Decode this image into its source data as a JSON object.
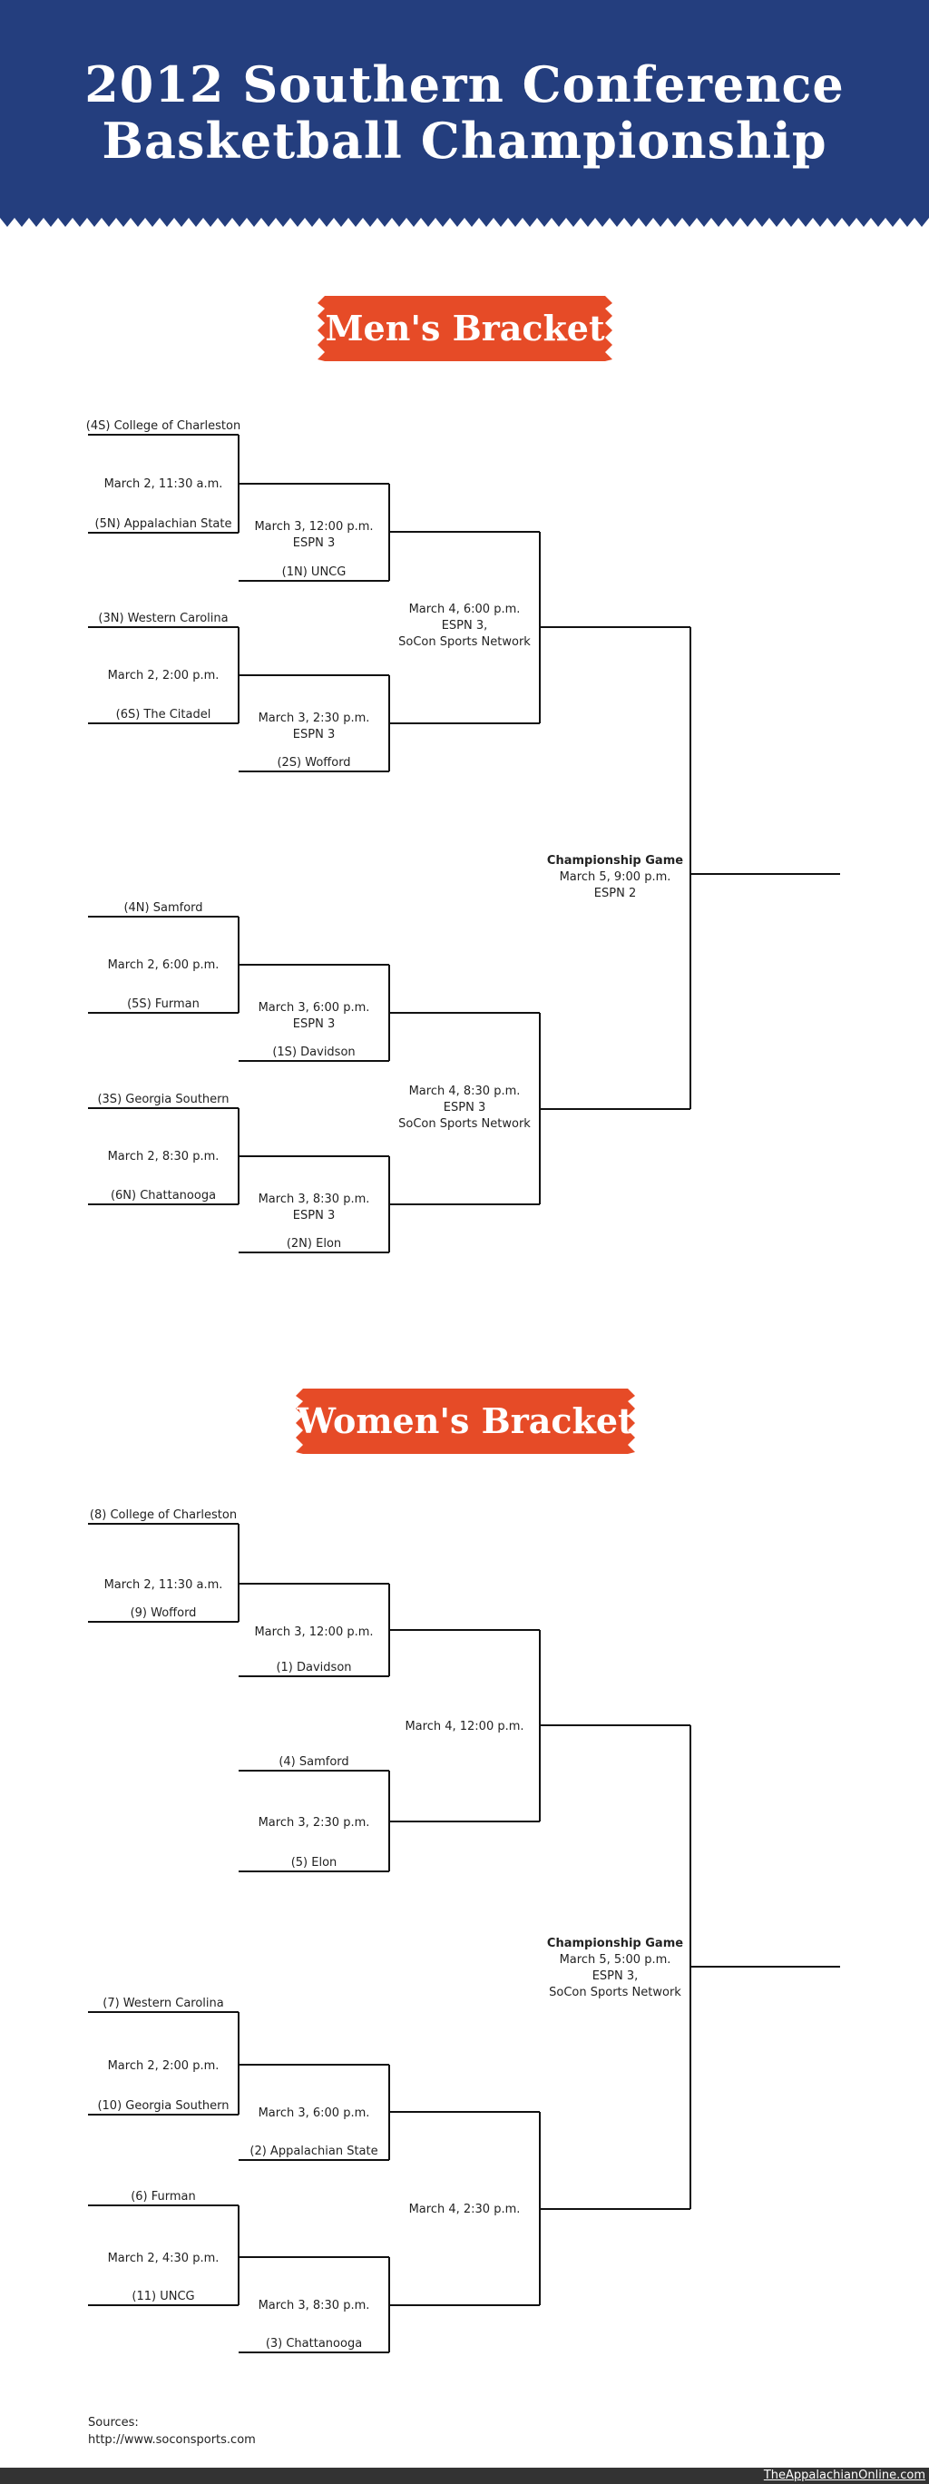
{
  "header": {
    "title_line1": "2012 Southern Conference",
    "title_line2": "Basketball Championship"
  },
  "mens": {
    "banner": "Men's Bracket",
    "r1": [
      {
        "top": "(4S) College of Charleston",
        "game": "March 2, 11:30 a.m.",
        "bottom": "(5N) Appalachian State"
      },
      {
        "top": "(3N) Western Carolina",
        "game": "March 2, 2:00 p.m.",
        "bottom": "(6S) The Citadel"
      },
      {
        "top": "(4N) Samford",
        "game": "March 2, 6:00 p.m.",
        "bottom": "(5S) Furman"
      },
      {
        "top": "(3S) Georgia Southern",
        "game": "March 2, 8:30 p.m.",
        "bottom": "(6N) Chattanooga"
      }
    ],
    "r2": [
      {
        "lines": [
          "March 3, 12:00 p.m.",
          "ESPN 3"
        ],
        "bottom": "(1N) UNCG"
      },
      {
        "lines": [
          "March 3, 2:30 p.m.",
          "ESPN 3"
        ],
        "bottom": "(2S) Wofford"
      },
      {
        "lines": [
          "March 3, 6:00 p.m.",
          "ESPN 3"
        ],
        "bottom": "(1S) Davidson"
      },
      {
        "lines": [
          "March 3, 8:30 p.m.",
          "ESPN 3"
        ],
        "bottom": "(2N) Elon"
      }
    ],
    "semis": [
      {
        "lines": [
          "March 4, 6:00 p.m.",
          "ESPN 3,",
          "SoCon Sports Network"
        ]
      },
      {
        "lines": [
          "March 4, 8:30 p.m.",
          "ESPN 3",
          "SoCon Sports Network"
        ]
      }
    ],
    "final": {
      "label": "Championship Game",
      "lines": [
        "March 5, 9:00 p.m.",
        "ESPN 2"
      ]
    }
  },
  "womens": {
    "banner": "Women's Bracket",
    "r1_a": {
      "top": "(8) College of Charleston",
      "game": "March 2, 11:30 a.m.",
      "bottom": "(9) Wofford"
    },
    "r2_a": {
      "game": "March 3, 12:00 p.m.",
      "bottom": "(1) Davidson"
    },
    "r2_b": {
      "top": "(4) Samford",
      "game": "March 3, 2:30 p.m.",
      "bottom": "(5) Elon"
    },
    "semi_a": "March 4, 12:00 p.m.",
    "r1_c": {
      "top": "(7) Western Carolina",
      "game": "March 2, 2:00 p.m.",
      "bottom": "(10) Georgia Southern"
    },
    "r2_c": {
      "game": "March 3, 6:00 p.m.",
      "bottom": "(2) Appalachian State"
    },
    "r1_d": {
      "top": "(6) Furman",
      "game": "March 2, 4:30 p.m.",
      "bottom": "(11) UNCG"
    },
    "r2_d": {
      "game": "March 3, 8:30 p.m.",
      "bottom": "(3) Chattanooga"
    },
    "semi_b": "March 4, 2:30 p.m.",
    "final": {
      "label": "Championship Game",
      "lines": [
        "March 5, 5:00 p.m.",
        "ESPN 3,",
        "SoCon Sports Network"
      ]
    }
  },
  "sources": {
    "label": "Sources:",
    "url": "http://www.soconsports.com"
  },
  "footer": {
    "credit": "TheAppalachianOnline.com"
  },
  "colors": {
    "header_bg": "#243e7e",
    "banner_bg": "#e64b27",
    "line": "#111111"
  }
}
